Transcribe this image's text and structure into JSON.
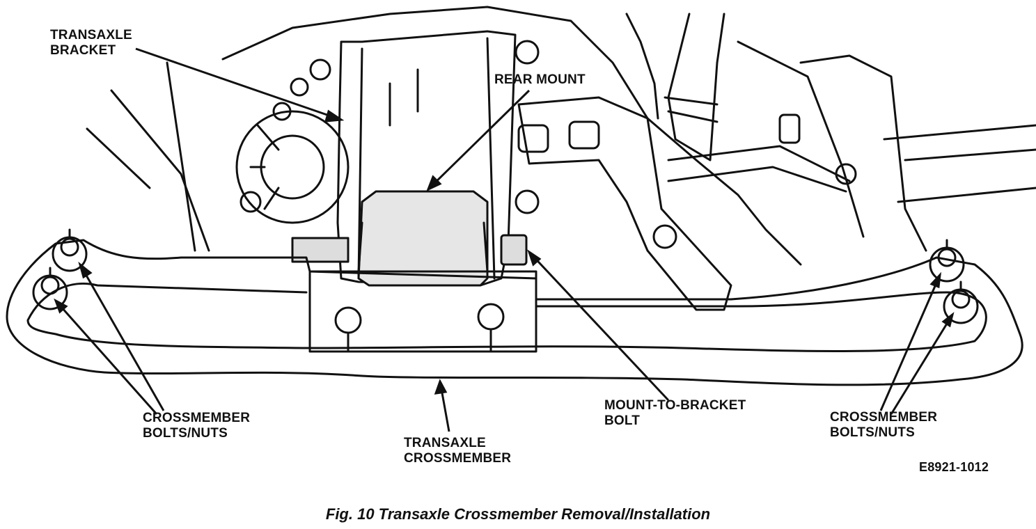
{
  "labels": {
    "transaxle_bracket": [
      "TRANSAXLE",
      "BRACKET"
    ],
    "rear_mount": "REAR MOUNT",
    "crossmember_bolts_left": [
      "CROSSMEMBER",
      "BOLTS/NUTS"
    ],
    "transaxle_crossmember": [
      "TRANSAXLE",
      "CROSSMEMBER"
    ],
    "mount_to_bracket_bolt": [
      "MOUNT-TO-BRACKET",
      "BOLT"
    ],
    "crossmember_bolts_right": [
      "CROSSMEMBER",
      "BOLTS/NUTS"
    ],
    "figure_code": "E8921-1012"
  },
  "caption": "Fig. 10 Transaxle Crossmember Removal/Installation"
}
